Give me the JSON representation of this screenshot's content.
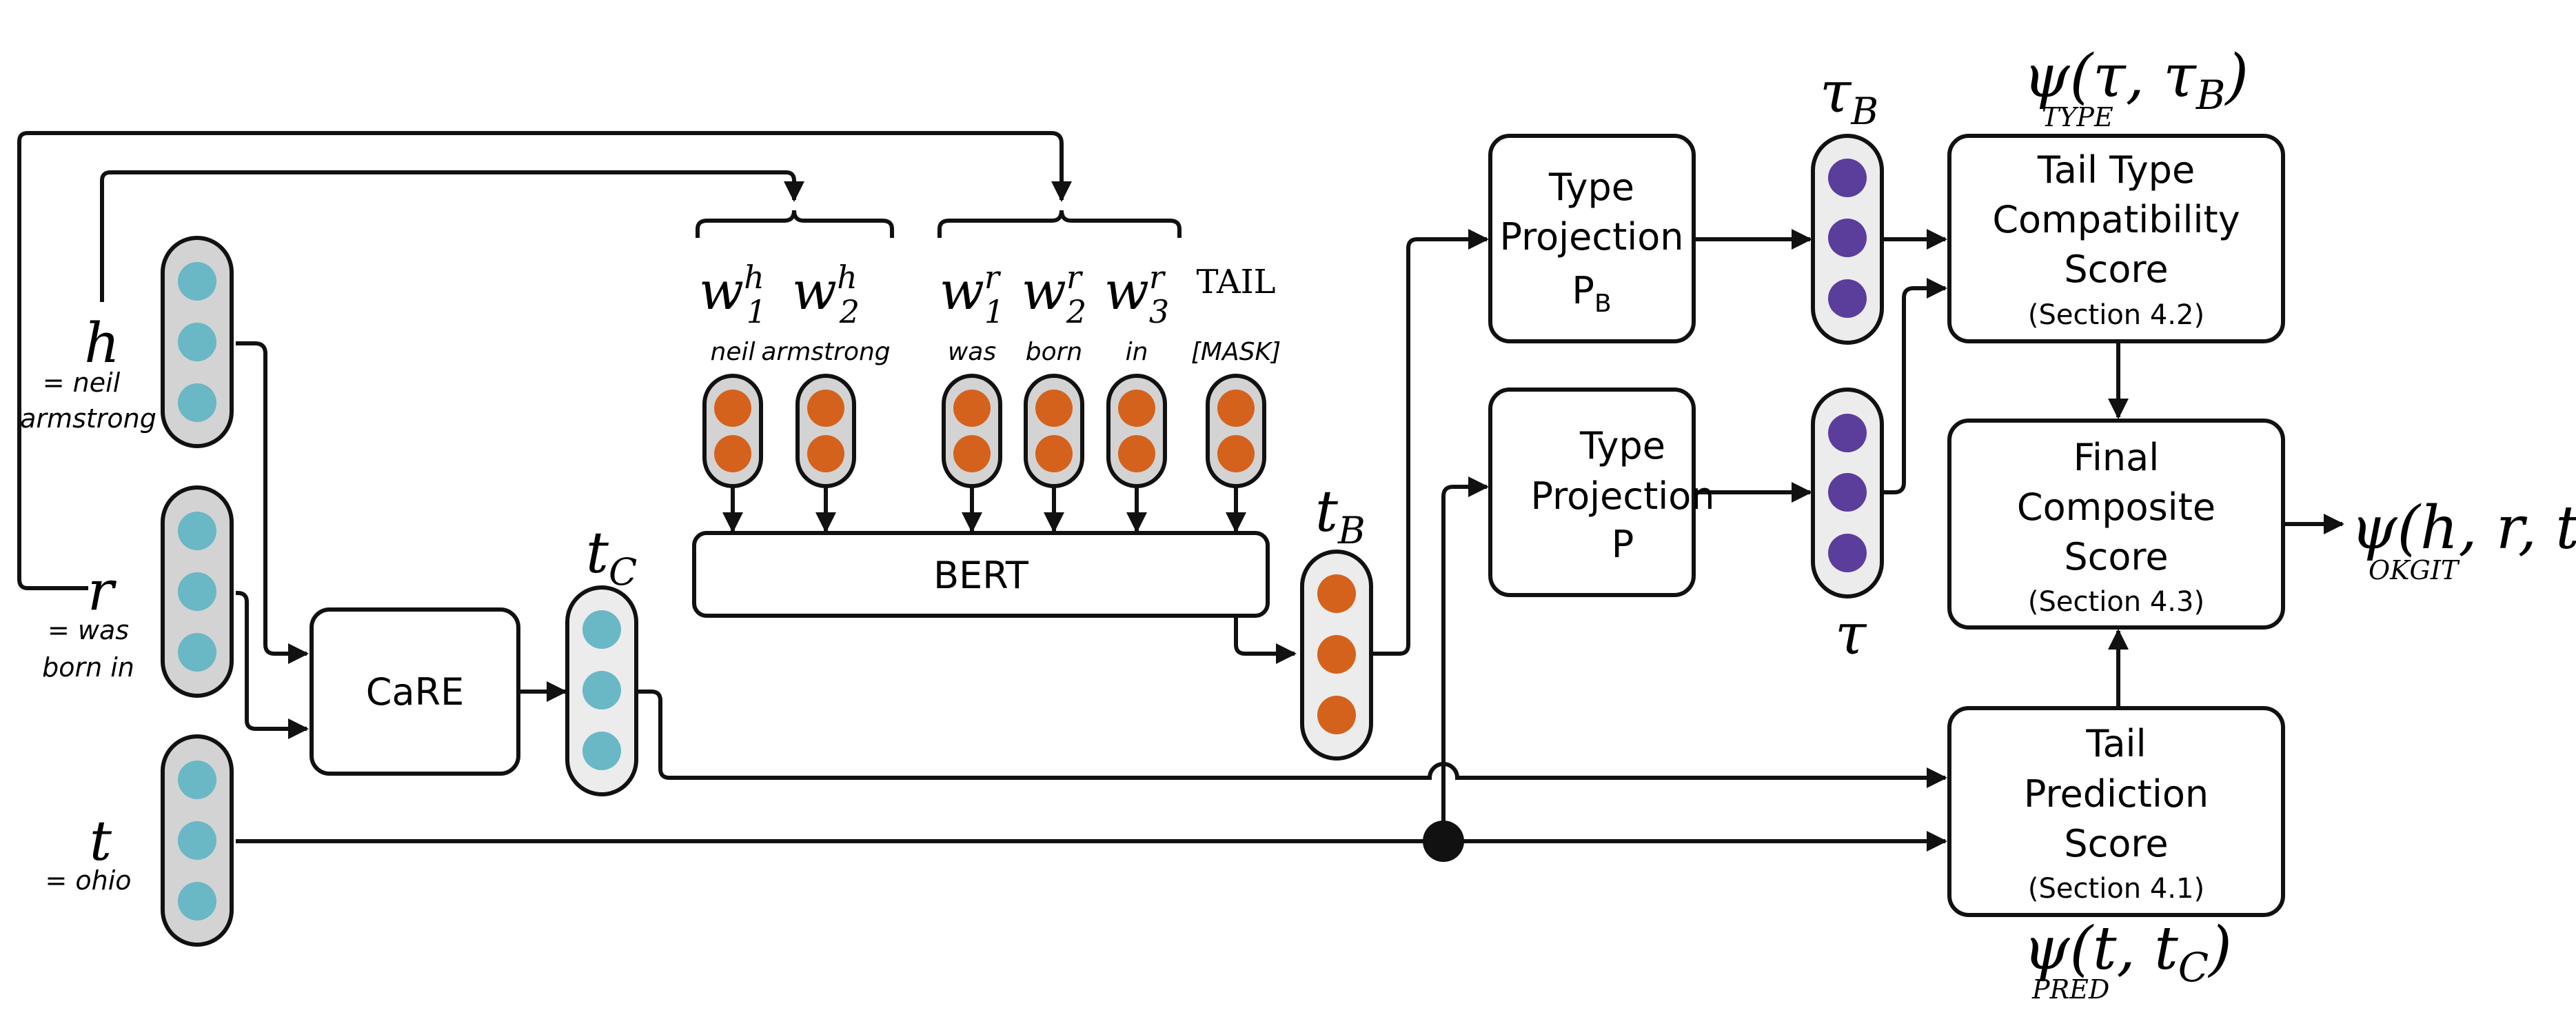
{
  "inputs": {
    "h": {
      "symbol": "h",
      "desc_line1": "= neil",
      "desc_line2": "armstrong"
    },
    "r": {
      "symbol": "r",
      "desc_line1": "= was",
      "desc_line2": "born in"
    },
    "t": {
      "symbol": "t",
      "desc_line1": "= ohio"
    }
  },
  "care": {
    "label": "CaRE"
  },
  "bert": {
    "label": "BERT"
  },
  "tokens": [
    {
      "sym_base": "w",
      "sub": "1",
      "sup": "h",
      "word": "neil"
    },
    {
      "sym_base": "w",
      "sub": "2",
      "sup": "h",
      "word": "armstrong"
    },
    {
      "sym_base": "w",
      "sub": "1",
      "sup": "r",
      "word": "was"
    },
    {
      "sym_base": "w",
      "sub": "2",
      "sup": "r",
      "word": "born"
    },
    {
      "sym_base": "w",
      "sub": "3",
      "sup": "r",
      "word": "in"
    },
    {
      "sym_base": "TAIL",
      "sub": "",
      "sup": "",
      "word": "[MASK]"
    }
  ],
  "vectors": {
    "t_c": {
      "base": "t",
      "sub": "C"
    },
    "t_b": {
      "base": "t",
      "sub": "B"
    },
    "tau_b": {
      "base": "τ",
      "sub": "B"
    },
    "tau": {
      "base": "τ"
    }
  },
  "type_projection_b": {
    "line1": "Type",
    "line2": "Projection",
    "line3": "P",
    "sub": "B"
  },
  "type_projection": {
    "line1": "Type",
    "line2": "Projection",
    "line3": "P"
  },
  "tail_type_score": {
    "line1": "Tail Type",
    "line2": "Compatibility",
    "line3": "Score",
    "section": "(Section 4.2)"
  },
  "final_score": {
    "line1": "Final",
    "line2": "Composite",
    "line3": "Score",
    "section": "(Section 4.3)"
  },
  "tail_pred_score": {
    "line1": "Tail",
    "line2": "Prediction",
    "line3": "Score",
    "section": "(Section 4.1)"
  },
  "formulas": {
    "psi_type": {
      "main": "ψ(τ, τ",
      "sub_tail": "B",
      "close": ")",
      "under": "TYPE"
    },
    "psi_pred": {
      "main": "ψ(t, t",
      "sub_tail": "C",
      "close": ")",
      "under": "PRED"
    },
    "psi_okgit": {
      "main": "ψ(h, r, t)",
      "under": "OKGIT"
    }
  },
  "colors": {
    "teal": "#6ab7c6",
    "orange": "#d4621c",
    "purple": "#5b3d9c",
    "capsule_gray": "#d3d3d3",
    "capsule_light": "#ececec",
    "stroke": "#111111"
  }
}
